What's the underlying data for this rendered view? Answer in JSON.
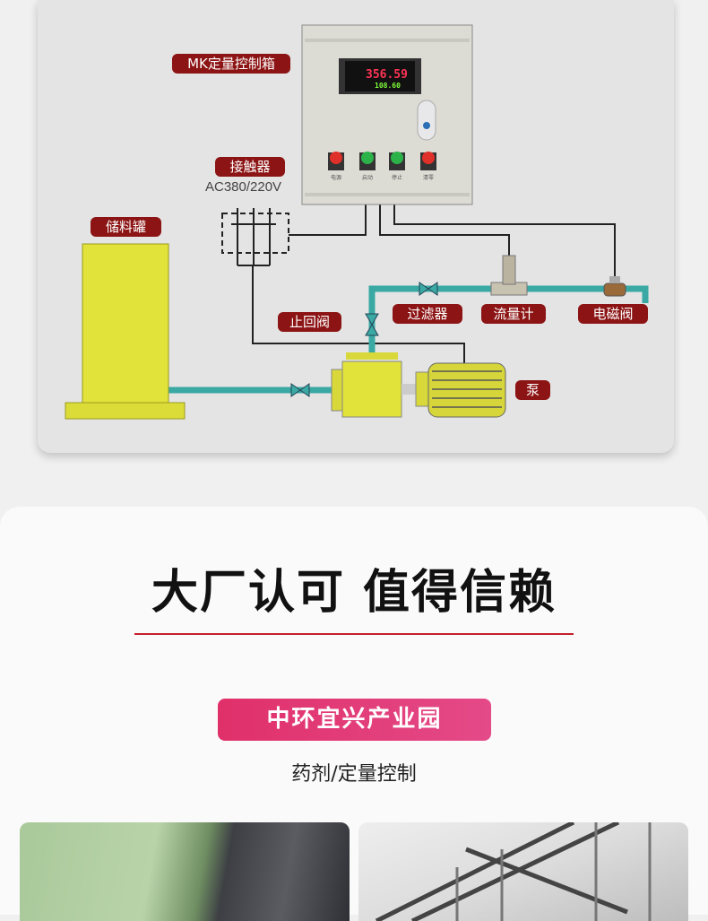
{
  "diagram": {
    "labels": {
      "control_box": "MK定量控制箱",
      "contactor": "接触器",
      "voltage": "AC380/220V",
      "tank": "储料罐",
      "check_valve": "止回阀",
      "filter": "过滤器",
      "flowmeter": "流量计",
      "solenoid_valve": "电磁阀",
      "pump": "泵"
    },
    "display": {
      "main_value": "356.59",
      "sub_value": "108.60"
    },
    "buttons": [
      {
        "label": "电源",
        "color": "#e0302a"
      },
      {
        "label": "启动",
        "color": "#2bb34a"
      },
      {
        "label": "停止",
        "color": "#2bb34a"
      },
      {
        "label": "清零",
        "color": "#e0302a"
      }
    ],
    "colors": {
      "label_bg": "#8c1414",
      "pipe": "#3aa9a4",
      "tank": "#e2e33a"
    }
  },
  "section": {
    "heading": "大厂认可 值得信赖",
    "location_badge": "中环宜兴产业园",
    "subtitle": "药剂/定量控制",
    "accent": "#c3202a"
  }
}
